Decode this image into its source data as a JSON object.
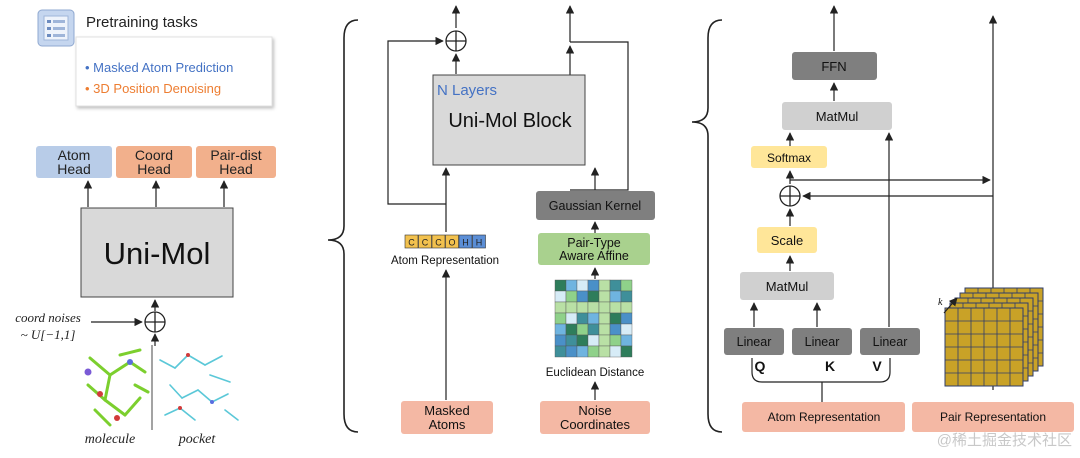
{
  "pretraining": {
    "title": "Pretraining tasks",
    "task_1": "Masked Atom Prediction",
    "task_2": "3D Position Denoising"
  },
  "left_panel": {
    "heads": [
      "Atom\nHead",
      "Coord\nHead",
      "Pair-dist\nHead"
    ],
    "model": "Uni-Mol",
    "noise_line1": "coord noises",
    "noise_line2": "~ U[−1,1]",
    "caption_molecule": "molecule",
    "caption_pocket": "pocket"
  },
  "middle_panel": {
    "n_layers": "N Layers",
    "block": "Uni-Mol Block",
    "gaussian_kernel": "Gaussian Kernel",
    "pair_type_affine": "Pair-Type\nAware Affine",
    "atom_representation": "Atom Representation",
    "euclidean_distance": "Euclidean Distance",
    "masked_atoms": "Masked\nAtoms",
    "noise_coordinates": "Noise\nCoordinates",
    "atom_tokens": [
      "C",
      "C",
      "C",
      "O",
      "H",
      "H"
    ]
  },
  "right_panel": {
    "ffn": "FFN",
    "matmul_top": "MatMul",
    "softmax": "Softmax",
    "scale": "Scale",
    "matmul_bottom": "MatMul",
    "linear_labels": [
      "Linear",
      "Linear",
      "Linear"
    ],
    "qkv": [
      "Q",
      "K",
      "V"
    ],
    "atom_representation": "Atom Representation",
    "pair_representation": "Pair Representation",
    "k_label": "k"
  },
  "watermark": "@稀土掘金技术社区",
  "colors": {
    "head_atom": "#b8cce8",
    "head_orange": "#f2b08c",
    "gray_box": "#d9d9d9",
    "dark_box": "#7f7f7f",
    "green_box": "#a9d18e",
    "yellow_box": "#ffe699",
    "salmon_box": "#f4b8a4",
    "blue_text": "#4472c4",
    "orange_text": "#ed7d31",
    "grid_gold": "#c9a227",
    "grid_navy": "#2f3d6b"
  }
}
